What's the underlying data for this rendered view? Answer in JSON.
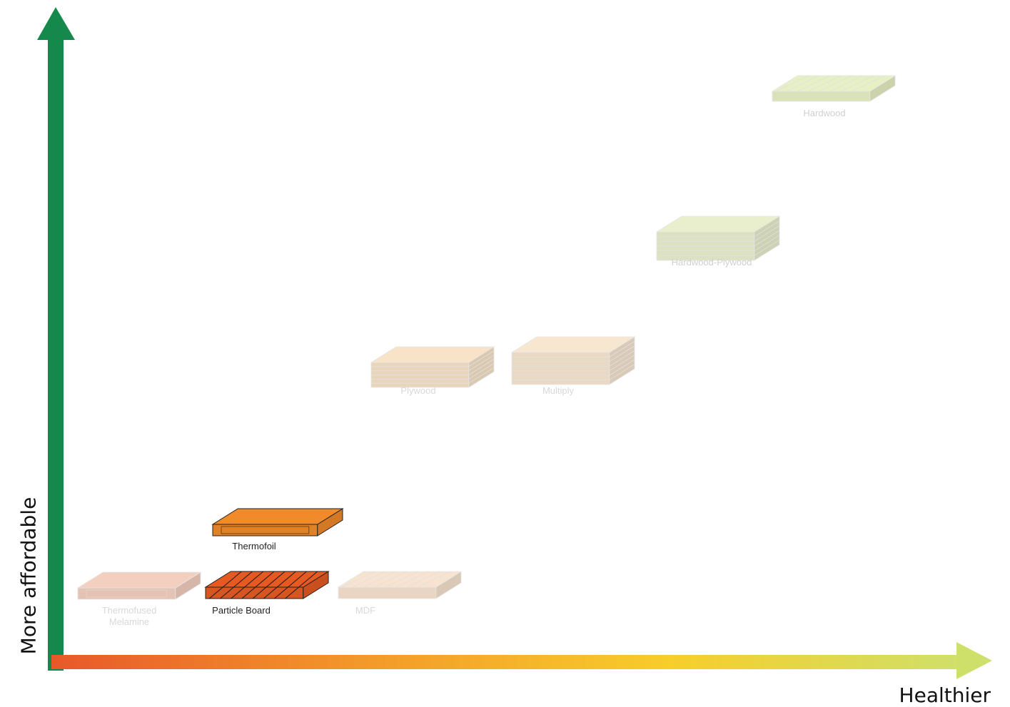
{
  "axes": {
    "y_label": "More affordable",
    "x_label": "Healthier",
    "y_color": "#15894b",
    "x_gradient": [
      "#e8582a",
      "#f39a2a",
      "#f7ce2a",
      "#cfe06a"
    ]
  },
  "boards": [
    {
      "id": "hardwood",
      "label": "Hardwood",
      "layers": 1,
      "grain": true,
      "color": "#e7efc4",
      "label_color": "#d0d0d0",
      "faded": true
    },
    {
      "id": "hardwood-plywood",
      "label": "Hardwood-Plywood",
      "layers": 6,
      "grain": false,
      "color": "#e9efcd",
      "label_color": "#d0d0d0",
      "faded": true
    },
    {
      "id": "plywood",
      "label": "Plywood",
      "layers": 6,
      "grain": false,
      "color": "#f8e3c8",
      "label_color": "#d8d8d8",
      "faded": true
    },
    {
      "id": "multiply",
      "label": "Multiply",
      "layers": 7,
      "grain": false,
      "color": "#f7e6d0",
      "label_color": "#d8d8d8",
      "faded": true
    },
    {
      "id": "thermofoil",
      "label": "Thermofoil",
      "layers": 1,
      "grain": false,
      "color": "#f08a2a",
      "label_color": "#222222",
      "faded": false
    },
    {
      "id": "thermofused-melamine",
      "label": "Thermofused\nMelamine",
      "layers": 1,
      "grain": false,
      "color": "#f3cfc0",
      "label_color": "#d8d8d8",
      "faded": true
    },
    {
      "id": "particle-board",
      "label": "Particle Board",
      "layers": 1,
      "grain": true,
      "color": "#e55a22",
      "label_color": "#222222",
      "faded": false
    },
    {
      "id": "mdf",
      "label": "MDF",
      "layers": 1,
      "grain": true,
      "color": "#f7e3cf",
      "label_color": "#d8d8d8",
      "faded": true
    }
  ]
}
